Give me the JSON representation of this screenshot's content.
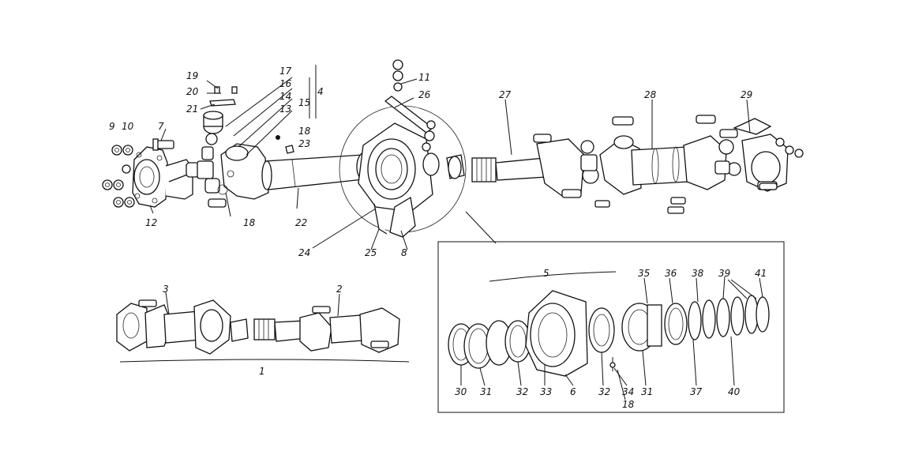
{
  "callouts": {
    "c1": "1",
    "c2": "2",
    "c3": "3",
    "c4": "4",
    "c5": "5",
    "c6": "6",
    "c7": "7",
    "c8": "8",
    "c9": "9",
    "c10": "10",
    "c11": "11",
    "c12": "12",
    "c13": "13",
    "c14": "14",
    "c15": "15",
    "c16": "16",
    "c17": "17",
    "c18": "18",
    "c19": "19",
    "c20": "20",
    "c21": "21",
    "c22": "22",
    "c23": "23",
    "c24": "24",
    "c25": "25",
    "c26": "26",
    "c27": "27",
    "c28": "28",
    "c29": "29",
    "c30": "30",
    "c31": "31",
    "c32": "32",
    "c33": "33",
    "c34": "34",
    "c35": "35",
    "c36": "36",
    "c37": "37",
    "c38": "38",
    "c39": "39",
    "c40": "40",
    "c41": "41"
  }
}
